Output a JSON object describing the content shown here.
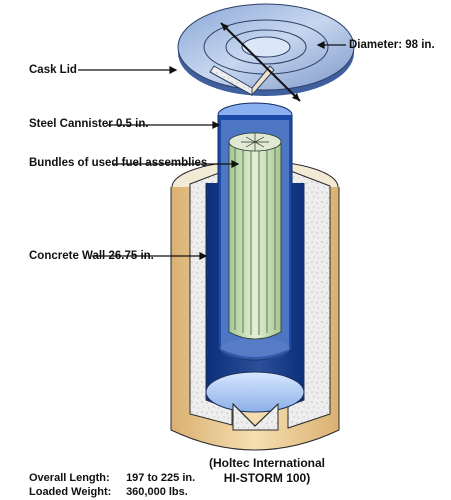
{
  "labels": {
    "cask_lid": "Cask Lid",
    "diameter": "Diameter: 98 in.",
    "steel_canister": "Steel Cannister",
    "steel_canister_thickness": "0.5 in.",
    "bundles_line1": "Bundles of used",
    "bundles_line2": "fuel assemblies",
    "concrete_wall": "Concrete Wall",
    "concrete_wall_thickness": "26.75 in."
  },
  "caption": {
    "line1": "(Holtec International",
    "line2": "HI-STORM 100)"
  },
  "specs": {
    "overall_length_label": "Overall Length:",
    "overall_length_value": "197 to 225 in.",
    "loaded_weight_label": "Loaded Weight:",
    "loaded_weight_value": "360,000 lbs."
  },
  "colors": {
    "lid_blue": "#9db7dc",
    "concrete_tan": "#f2d7a6",
    "concrete_speckle": "#e7e7e7",
    "canister_blue": "#1f3f8a",
    "fuel_green": "#c9dfb3"
  }
}
